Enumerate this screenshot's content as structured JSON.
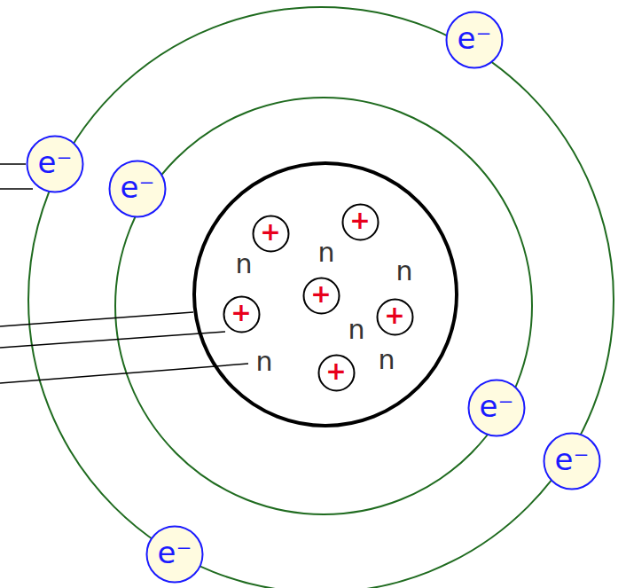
{
  "diagram": {
    "nodes": [
      {
        "text": [
          "e⁻"
        ]
      },
      {
        "text": [
          "e⁻"
        ]
      },
      {
        "text": [
          "e⁻"
        ]
      },
      {
        "text": [
          "+"
        ]
      },
      {
        "text": [
          "+"
        ]
      },
      {
        "text": [
          "+"
        ]
      },
      {
        "text": [
          "+"
        ]
      },
      {
        "text": [
          "+"
        ]
      },
      {
        "text": [
          "+"
        ]
      },
      {
        "text": [
          "e⁻"
        ]
      },
      {
        "text": [
          "e⁻"
        ]
      },
      {
        "text": [
          "e⁻"
        ]
      }
    ],
    "labels": [
      "n",
      "n",
      "n",
      "n",
      "n",
      "n"
    ]
  }
}
